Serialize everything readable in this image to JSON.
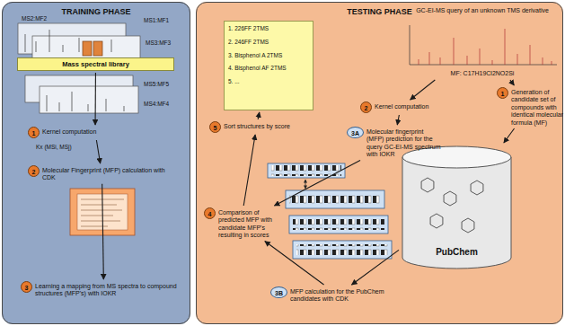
{
  "diagram": {
    "nodes": [
      {
        "text": [
          "TRAINING PHASE"
        ]
      },
      {
        "text": [
          "Mass spectral library"
        ],
        "in": 0
      },
      {
        "text": [
          "1",
          "Kernel computation"
        ],
        "in": 0
      },
      {
        "text": [
          "2",
          "Molecular Fingerprint (MFP) calculation with CDK"
        ],
        "in": 0
      },
      {
        "text": [
          "3",
          "Learning a mapping from MS spectra to compound structures (MFP's) with IOKR"
        ],
        "in": 0
      },
      {
        "text": [
          "TESTING PHASE"
        ]
      },
      {
        "text": [
          "1.   226FF 2TMS",
          "2.   246FF 2TMS",
          "3.   Bisphenol A 2TMS",
          "4.   Bisphenol AF 2TMS",
          "5.   ..."
        ],
        "in": 5
      },
      {
        "text": [
          "5",
          "Sort structures by score"
        ],
        "in": 5
      },
      {
        "text": [
          "GC-EI-MS query of an unknown TMS derivative",
          "MF: C17H19Cl2NO2Si"
        ],
        "in": 5
      },
      {
        "text": [
          "1",
          "Generation of candidate set of compounds with identical molecular formula (MF)"
        ],
        "in": 5
      },
      {
        "text": [
          "PubChem"
        ],
        "in": 5
      },
      {
        "text": [
          "2",
          "Kernel computation"
        ],
        "in": 5
      },
      {
        "text": [
          "3A",
          "Molecular fingerprint (MFP) prediction for the query GC-EI-MS spectrum with IOKR"
        ],
        "in": 5
      },
      {
        "text": [
          "4",
          "Comparison of predicted MFP with candidate MFP's resulting in scores"
        ],
        "in": 5
      },
      {
        "text": [
          "3B",
          "MFP calculation for the PubChem candidates with CDK"
        ],
        "in": 5
      }
    ],
    "edges": [
      {
        "from": 1,
        "to": 2,
        "arrow": "to"
      },
      {
        "from": 2,
        "to": 3,
        "arrow": "to"
      },
      {
        "from": 3,
        "to": 4,
        "arrow": "to"
      },
      {
        "from": 8,
        "to": 11,
        "arrow": "to"
      },
      {
        "from": 8,
        "to": 9,
        "arrow": "to"
      },
      {
        "from": 9,
        "to": 10,
        "arrow": "to"
      },
      {
        "from": 11,
        "to": 12,
        "arrow": "to"
      },
      {
        "from": 12,
        "to": 13,
        "arrow": "to"
      },
      {
        "from": 10,
        "to": 14,
        "arrow": "to"
      },
      {
        "from": 14,
        "to": 13,
        "arrow": "to"
      },
      {
        "from": 13,
        "to": 7,
        "arrow": "to"
      },
      {
        "from": 7,
        "to": 6,
        "arrow": "to"
      }
    ],
    "labels": [
      "MS2:MF2",
      "MS1:MF1",
      "MS3:MF3",
      "MS5:MF5",
      "MS4:MF4",
      "Kx (MSi, MSj)"
    ]
  }
}
